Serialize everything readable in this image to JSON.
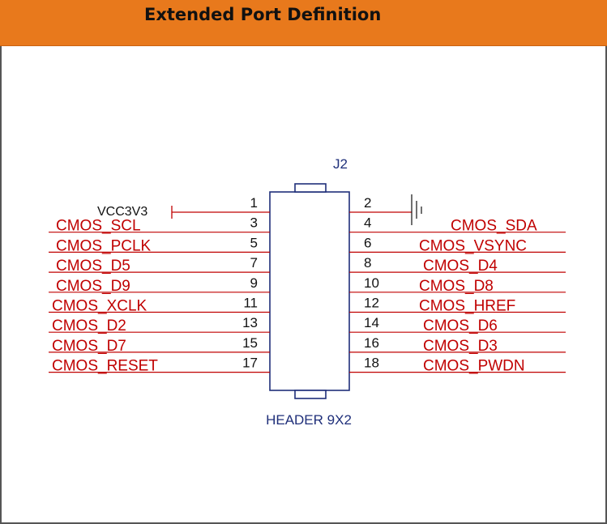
{
  "header": {
    "title": "Extended Port Definition"
  },
  "connector": {
    "designator": "J2",
    "part": "HEADER 9X2"
  },
  "power_net": "VCC3V3",
  "colors": {
    "header_bg": "#e8791c",
    "net_label": "#c00000",
    "wire": "#c00000",
    "component": "#1f2f7a",
    "pin_number": "#111111"
  },
  "pins_left": [
    {
      "num": "1",
      "net": "VCC3V3"
    },
    {
      "num": "3",
      "net": "CMOS_SCL"
    },
    {
      "num": "5",
      "net": "CMOS_PCLK"
    },
    {
      "num": "7",
      "net": "CMOS_D5"
    },
    {
      "num": "9",
      "net": "CMOS_D9"
    },
    {
      "num": "11",
      "net": "CMOS_XCLK"
    },
    {
      "num": "13",
      "net": "CMOS_D2"
    },
    {
      "num": "15",
      "net": "CMOS_D7"
    },
    {
      "num": "17",
      "net": "CMOS_RESET"
    }
  ],
  "pins_right": [
    {
      "num": "2",
      "net": "GND"
    },
    {
      "num": "4",
      "net": "CMOS_SDA"
    },
    {
      "num": "6",
      "net": "CMOS_VSYNC"
    },
    {
      "num": "8",
      "net": "CMOS_D4"
    },
    {
      "num": "10",
      "net": "CMOS_D8"
    },
    {
      "num": "12",
      "net": "CMOS_HREF"
    },
    {
      "num": "14",
      "net": "CMOS_D6"
    },
    {
      "num": "16",
      "net": "CMOS_D3"
    },
    {
      "num": "18",
      "net": "CMOS_PWDN"
    }
  ]
}
